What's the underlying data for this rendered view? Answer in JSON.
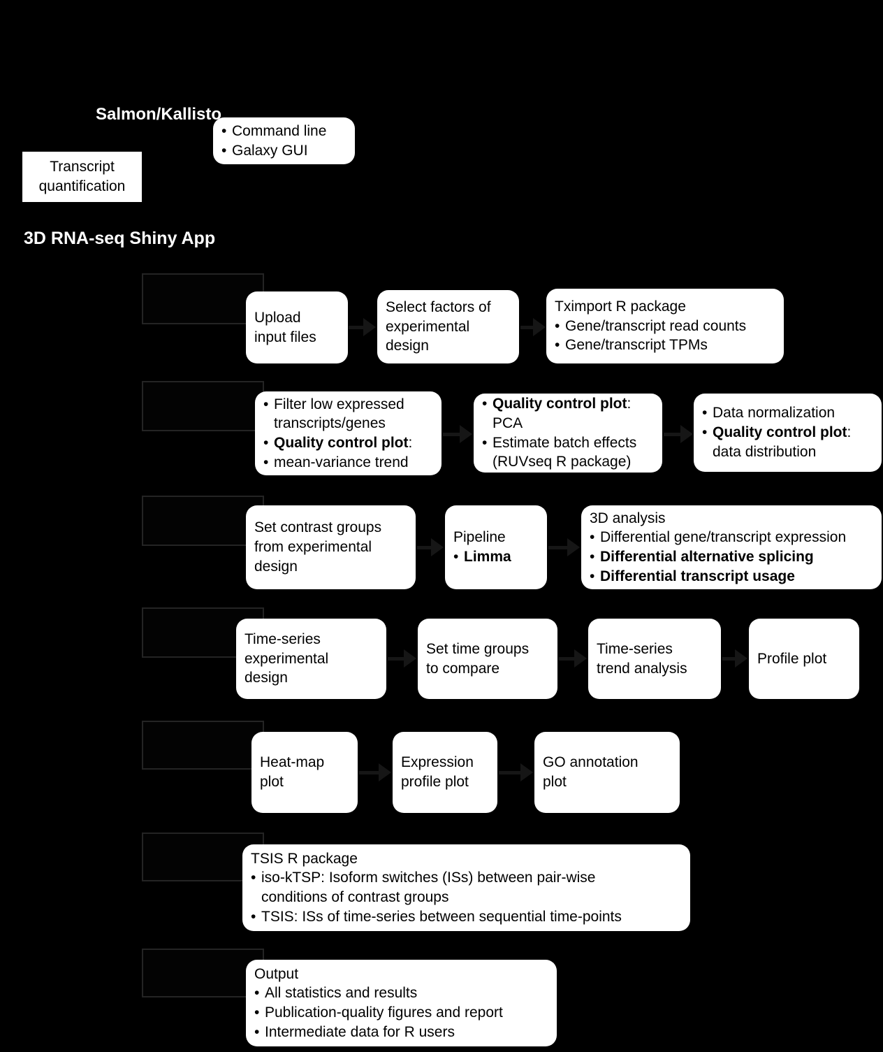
{
  "top": {
    "salmon_kallisto_label": "Salmon/Kallisto",
    "shiny_app_label": "3D RNA-seq Shiny App"
  },
  "colors": {
    "background": "#000000",
    "card_bg": "#ffffff",
    "card_text": "#000000",
    "arrow": "#161616",
    "label_text": "#ffffff",
    "placeholder_border": "#242424"
  },
  "nodes": {
    "quant-methods-card": {
      "lines": [
        {
          "bullet": true,
          "parts": [
            {
              "t": "Command line"
            }
          ]
        },
        {
          "bullet": true,
          "parts": [
            {
              "t": "Galaxy GUI"
            }
          ]
        }
      ]
    },
    "transcript-quantification-box": {
      "lines": [
        {
          "parts": [
            {
              "t": "Transcript\nquantification"
            }
          ]
        }
      ]
    },
    "step-placeholder-1": {
      "lines": []
    },
    "step-placeholder-2": {
      "lines": []
    },
    "step-placeholder-3": {
      "lines": []
    },
    "step-placeholder-4": {
      "lines": []
    },
    "step-placeholder-5": {
      "lines": []
    },
    "step-placeholder-6": {
      "lines": []
    },
    "step-placeholder-7": {
      "lines": []
    },
    "upload-input-files-card": {
      "lines": [
        {
          "parts": [
            {
              "t": "Upload\ninput files"
            }
          ]
        }
      ]
    },
    "select-factors-card": {
      "lines": [
        {
          "parts": [
            {
              "t": "Select factors of\nexperimental\ndesign"
            }
          ]
        }
      ]
    },
    "tximport-card": {
      "lines": [
        {
          "parts": [
            {
              "t": "Tximport R package"
            }
          ]
        },
        {
          "bullet": true,
          "parts": [
            {
              "t": "Gene/transcript read counts"
            }
          ]
        },
        {
          "bullet": true,
          "parts": [
            {
              "t": "Gene/transcript TPMs"
            }
          ]
        }
      ]
    },
    "filter-card": {
      "lines": [
        {
          "bullet": true,
          "parts": [
            {
              "t": "Filter low expressed\ntranscripts/genes"
            }
          ]
        },
        {
          "bullet": true,
          "parts": [
            {
              "t": "Quality control plot",
              "b": true
            },
            {
              "t": ":"
            }
          ]
        },
        {
          "bullet": true,
          "parts": [
            {
              "t": "mean-variance trend"
            }
          ]
        }
      ]
    },
    "qc-pca-card": {
      "lines": [
        {
          "bullet": true,
          "parts": [
            {
              "t": "Quality control plot",
              "b": true
            },
            {
              "t": ":\nPCA"
            }
          ]
        },
        {
          "bullet": true,
          "parts": [
            {
              "t": "Estimate batch effects\n(RUVseq R package)"
            }
          ]
        }
      ]
    },
    "normalization-card": {
      "lines": [
        {
          "bullet": true,
          "parts": [
            {
              "t": "Data normalization"
            }
          ]
        },
        {
          "bullet": true,
          "parts": [
            {
              "t": "Quality control plot",
              "b": true
            },
            {
              "t": ":\ndata distribution"
            }
          ]
        }
      ]
    },
    "set-contrast-card": {
      "lines": [
        {
          "parts": [
            {
              "t": "Set contrast groups\nfrom experimental\ndesign"
            }
          ]
        }
      ]
    },
    "pipeline-card": {
      "lines": [
        {
          "parts": [
            {
              "t": "Pipeline"
            }
          ]
        },
        {
          "bullet": true,
          "parts": [
            {
              "t": "Limma",
              "b": true
            }
          ]
        }
      ]
    },
    "analysis-3d-card": {
      "lines": [
        {
          "parts": [
            {
              "t": "3D analysis"
            }
          ]
        },
        {
          "bullet": true,
          "parts": [
            {
              "t": "Differential gene/transcript expression"
            }
          ]
        },
        {
          "bullet": true,
          "parts": [
            {
              "t": "Differential alternative splicing",
              "b": true
            }
          ]
        },
        {
          "bullet": true,
          "parts": [
            {
              "t": "Differential transcript usage",
              "b": true
            }
          ]
        }
      ]
    },
    "time-series-design-card": {
      "lines": [
        {
          "parts": [
            {
              "t": "Time-series\nexperimental\ndesign"
            }
          ]
        }
      ]
    },
    "set-time-groups-card": {
      "lines": [
        {
          "parts": [
            {
              "t": "Set time groups\nto compare"
            }
          ]
        }
      ]
    },
    "trend-analysis-card": {
      "lines": [
        {
          "parts": [
            {
              "t": "Time-series\ntrend analysis"
            }
          ]
        }
      ]
    },
    "profile-plot-card": {
      "lines": [
        {
          "parts": [
            {
              "t": "Profile plot"
            }
          ]
        }
      ]
    },
    "heatmap-plot-card": {
      "lines": [
        {
          "parts": [
            {
              "t": "Heat-map\nplot"
            }
          ]
        }
      ]
    },
    "expression-profile-card": {
      "lines": [
        {
          "parts": [
            {
              "t": "Expression\nprofile plot"
            }
          ]
        }
      ]
    },
    "go-annotation-card": {
      "lines": [
        {
          "parts": [
            {
              "t": "GO annotation\nplot"
            }
          ]
        }
      ]
    },
    "tsis-card": {
      "lines": [
        {
          "parts": [
            {
              "t": "TSIS R package"
            }
          ]
        },
        {
          "bullet": true,
          "parts": [
            {
              "t": "iso-kTSP: Isoform switches (ISs) between pair-wise\nconditions of contrast groups"
            }
          ]
        },
        {
          "bullet": true,
          "parts": [
            {
              "t": "TSIS: ISs of time-series between sequential time-points"
            }
          ]
        }
      ]
    },
    "output-card": {
      "lines": [
        {
          "parts": [
            {
              "t": "Output"
            }
          ]
        },
        {
          "bullet": true,
          "parts": [
            {
              "t": "All statistics and results"
            }
          ]
        },
        {
          "bullet": true,
          "parts": [
            {
              "t": "Publication-quality figures and report"
            }
          ]
        },
        {
          "bullet": true,
          "parts": [
            {
              "t": "Intermediate data for R users"
            }
          ]
        }
      ]
    }
  }
}
